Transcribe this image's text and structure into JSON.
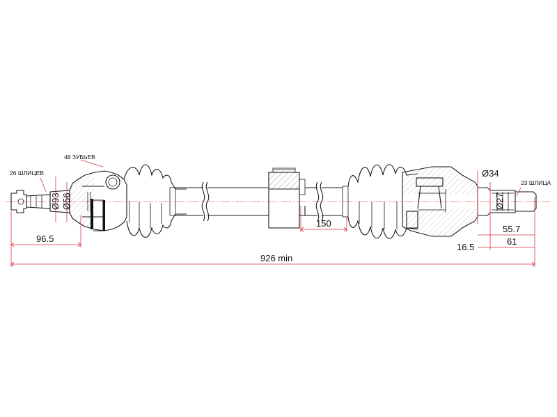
{
  "annotations": {
    "splines_left": "26 ШЛИЦЕВ",
    "teeth": "48 ЗУБЬЕВ",
    "splines_right": "23 ШЛИЦА"
  },
  "dimensions": {
    "d_outer_left": "Ø93",
    "d_inner_left": "Ø56",
    "len_left_spline": "96.5",
    "len_middle": "150",
    "d_outer_right": "Ø34",
    "d_inner_right": "Ø27",
    "len_right_a": "55.7",
    "len_right_b": "61",
    "len_right_c": "16.5",
    "total_length": "926 min"
  },
  "colors": {
    "dimension_lines": "#d9333f",
    "part_outline": "#1a1a1a"
  }
}
